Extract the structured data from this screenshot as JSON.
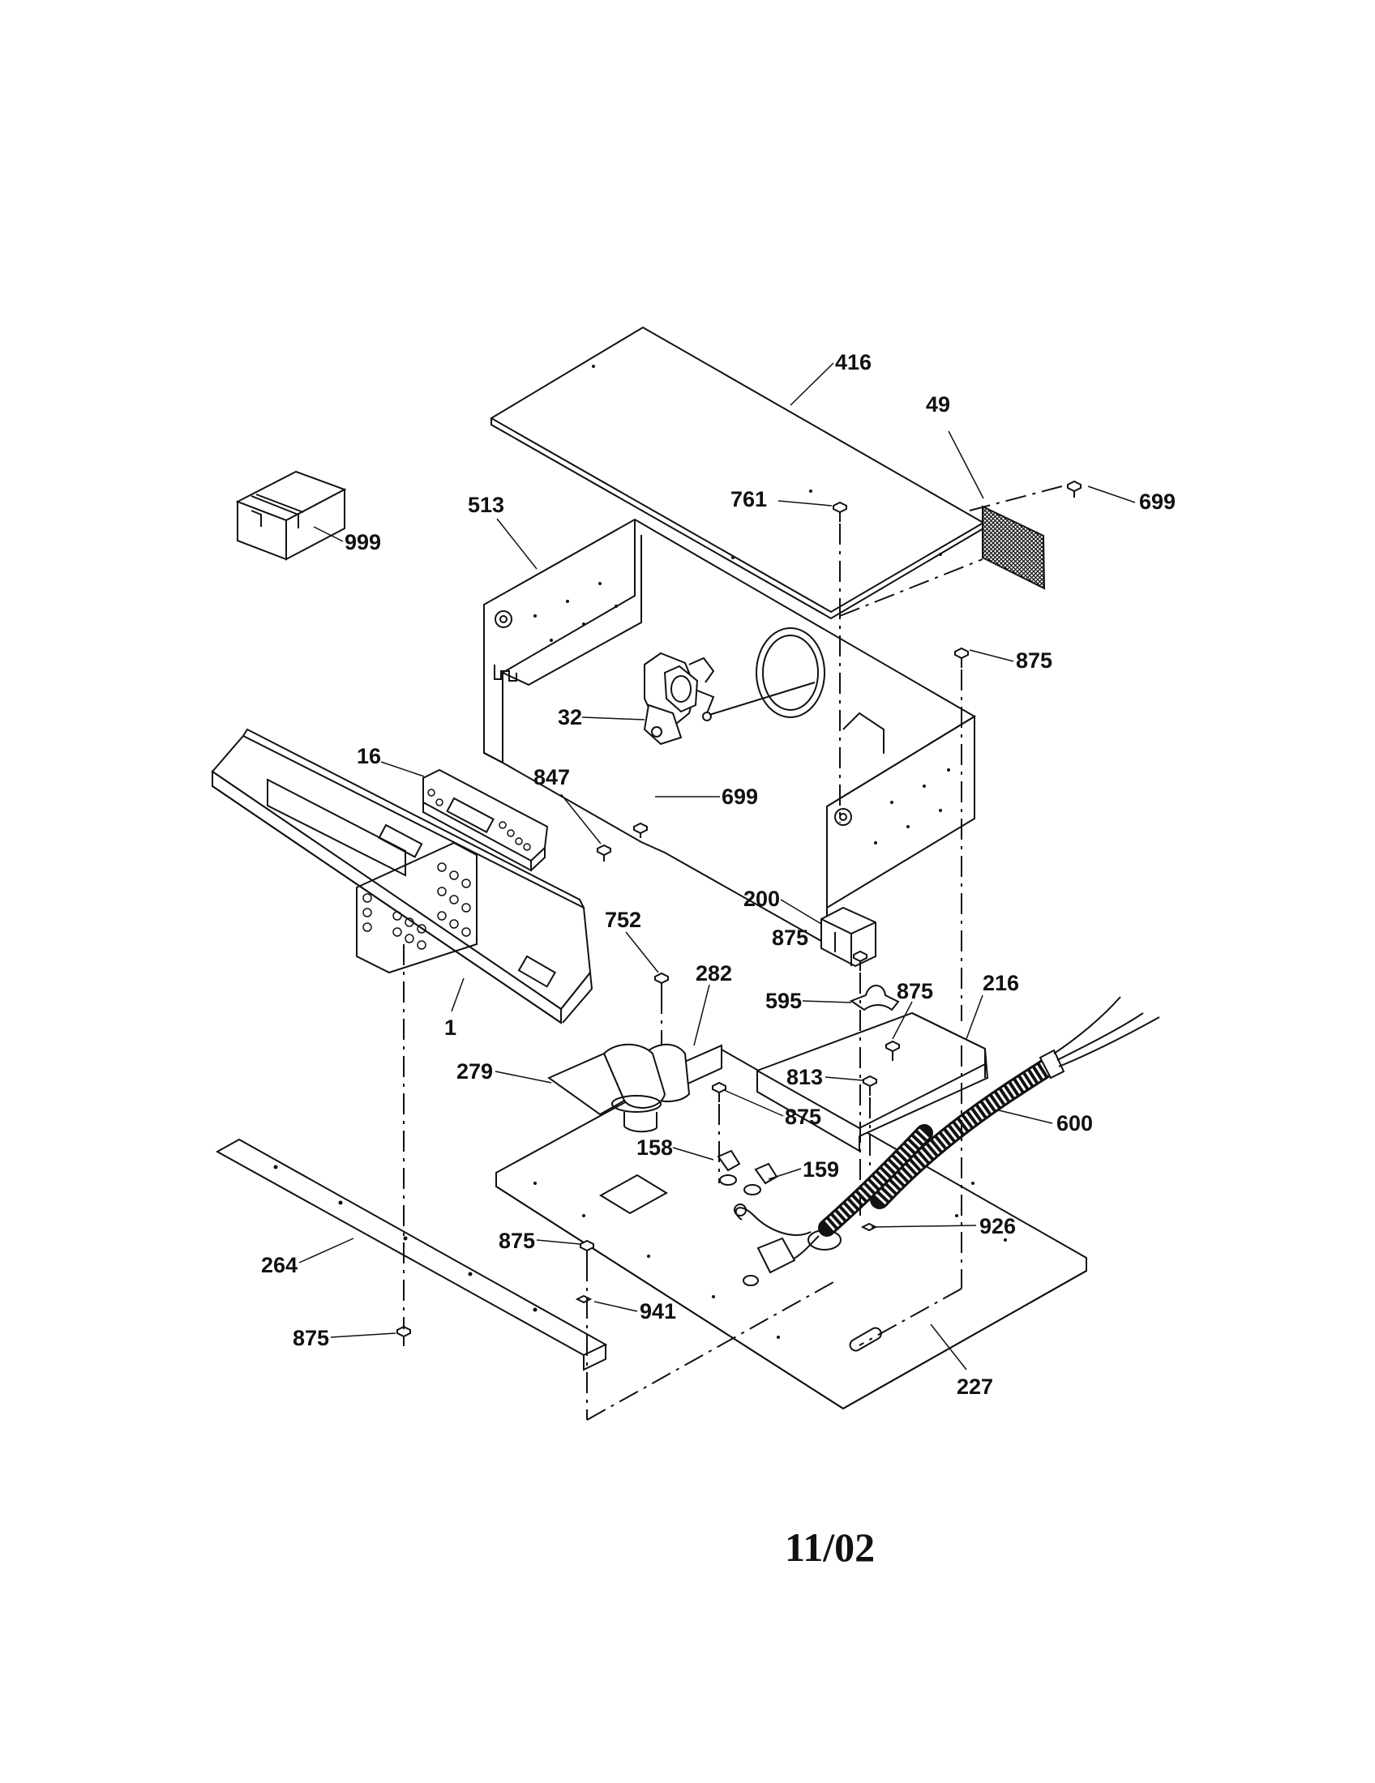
{
  "callouts": {
    "c416": "416",
    "c49": "49",
    "c699a": "699",
    "c513": "513",
    "c761": "761",
    "c999": "999",
    "c875a": "875",
    "c32": "32",
    "c699b": "699",
    "c16": "16",
    "c847": "847",
    "c200": "200",
    "c752": "752",
    "c875b": "875",
    "c282": "282",
    "c216": "216",
    "c595": "595",
    "c875c": "875",
    "c1": "1",
    "c279": "279",
    "c813": "813",
    "c875d": "875",
    "c600": "600",
    "c158": "158",
    "c159": "159",
    "c926": "926",
    "c875e": "875",
    "c264": "264",
    "c941": "941",
    "c875f": "875",
    "c227": "227"
  },
  "footer": {
    "date_code": "11/02"
  }
}
